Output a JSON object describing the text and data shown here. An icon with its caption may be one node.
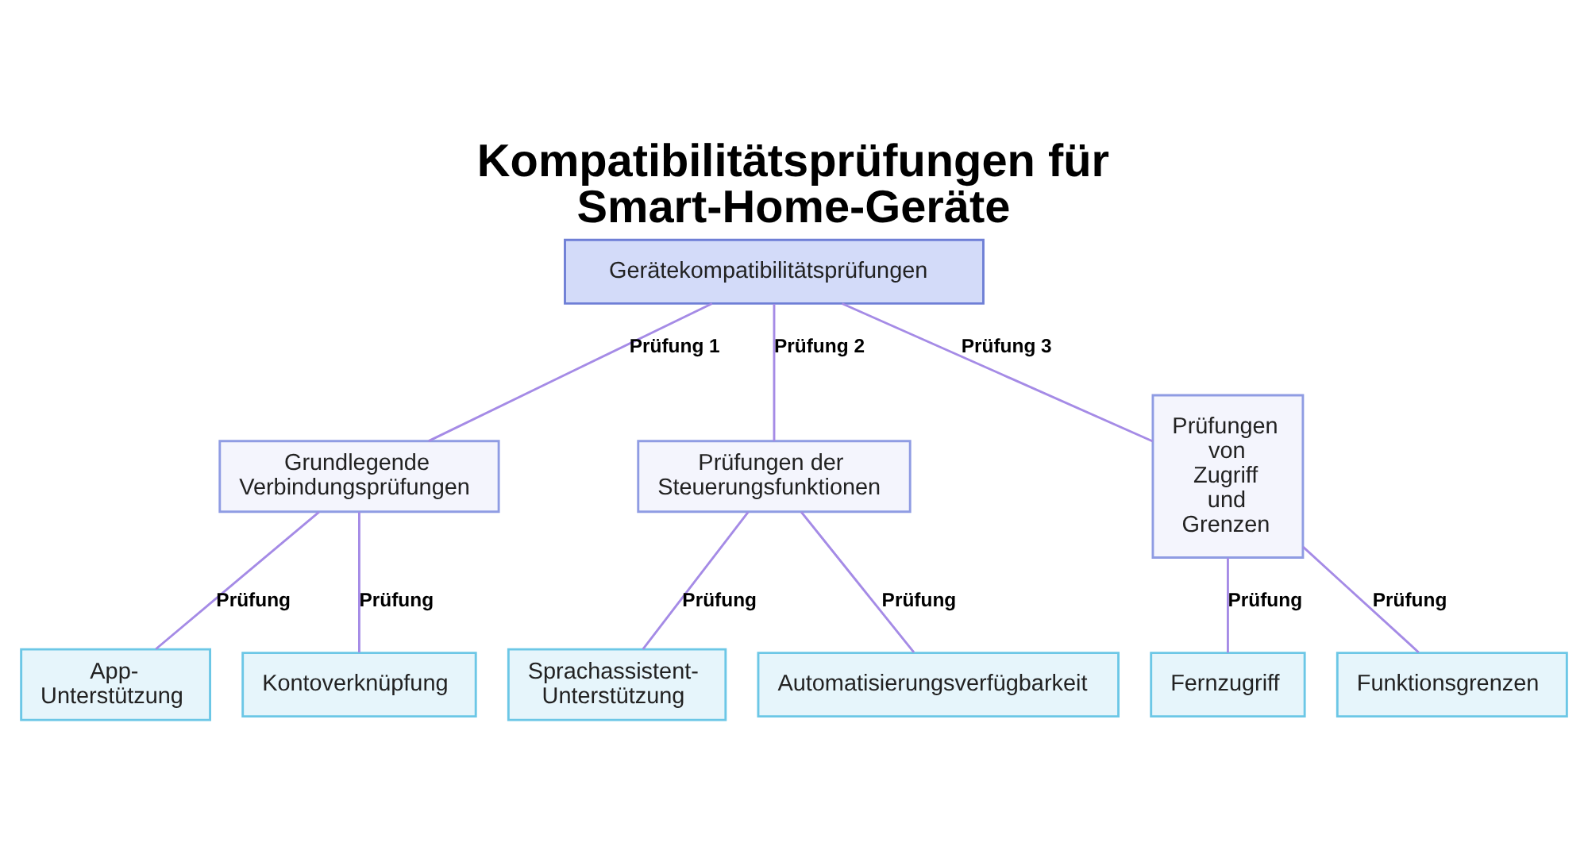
{
  "diagram": {
    "title": "Kompatibilitätsprüfungen für Smart-Home-Geräte",
    "nodes": [
      {
        "text": [
          "Gerätekompatibilitätsprüfungen"
        ]
      },
      {
        "text": [
          "Grundlegende Verbindungsprüfungen"
        ]
      },
      {
        "text": [
          "Prüfungen der Steuerungsfunktionen"
        ]
      },
      {
        "text": [
          "Prüfungen von Zugriff und Grenzen"
        ]
      },
      {
        "text": [
          "App-Unterstützung"
        ]
      },
      {
        "text": [
          "Kontoverknüpfung"
        ]
      },
      {
        "text": [
          "Sprachassistent-Unterstützung"
        ]
      },
      {
        "text": [
          "Automatisierungsverfügbarkeit"
        ]
      },
      {
        "text": [
          "Fernzugriff"
        ]
      },
      {
        "text": [
          "Funktionsgrenzen"
        ]
      }
    ],
    "edges": [
      {
        "from": 0,
        "to": 1,
        "arrow": "none",
        "label": "Prüfung 1"
      },
      {
        "from": 0,
        "to": 2,
        "arrow": "none",
        "label": "Prüfung 2"
      },
      {
        "from": 0,
        "to": 3,
        "arrow": "none",
        "label": "Prüfung 3"
      },
      {
        "from": 1,
        "to": 4,
        "arrow": "none",
        "label": "Prüfung"
      },
      {
        "from": 1,
        "to": 5,
        "arrow": "none",
        "label": "Prüfung"
      },
      {
        "from": 2,
        "to": 6,
        "arrow": "none",
        "label": "Prüfung"
      },
      {
        "from": 2,
        "to": 7,
        "arrow": "none",
        "label": "Prüfung"
      },
      {
        "from": 3,
        "to": 8,
        "arrow": "none",
        "label": "Prüfung"
      },
      {
        "from": 3,
        "to": 9,
        "arrow": "none",
        "label": "Prüfung"
      }
    ]
  }
}
